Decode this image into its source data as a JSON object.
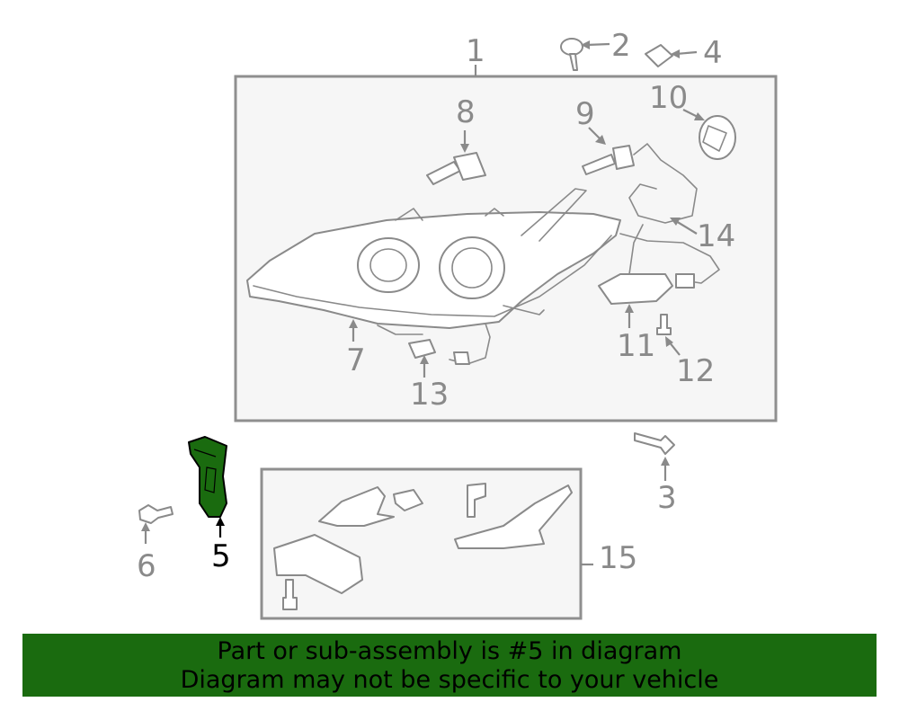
{
  "callouts": {
    "c1": "1",
    "c2": "2",
    "c3": "3",
    "c4": "4",
    "c5": "5",
    "c6": "6",
    "c7": "7",
    "c8": "8",
    "c9": "9",
    "c10": "10",
    "c11": "11",
    "c12": "12",
    "c13": "13",
    "c14": "14",
    "c15": "15"
  },
  "highlight": {
    "part_number": "5",
    "color": "#1a6b0f"
  },
  "banner": {
    "line1": "Part or sub-assembly is #5 in diagram",
    "line2": "Diagram may not be specific to your vehicle",
    "background": "#1a6b0f"
  }
}
